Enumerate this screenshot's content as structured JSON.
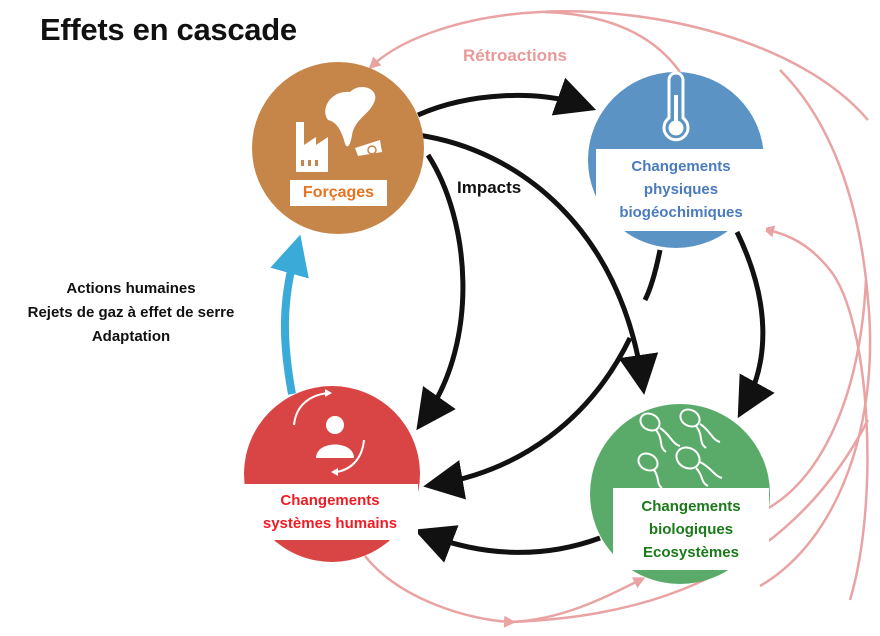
{
  "title": "Effets en cascade",
  "labels": {
    "retroactions": "Rétroactions",
    "impacts": "Impacts",
    "actions": [
      "Actions humaines",
      "Rejets de gaz à effet de serre",
      "Adaptation"
    ]
  },
  "nodes": {
    "forcages": {
      "label": [
        "Forçages"
      ],
      "icon": "factory-icon",
      "color": "#c6864a",
      "text_color": "#e8731f"
    },
    "physique": {
      "label": [
        "Changements",
        "physiques",
        "biogéochimiques"
      ],
      "icon": "thermometer-icon",
      "color": "#5a93c4",
      "text_color": "#4a7bbd"
    },
    "humain": {
      "label": [
        "Changements",
        "systèmes humains"
      ],
      "icon": "person-cycle-icon",
      "color": "#d94545",
      "text_color": "#f01c24"
    },
    "bio": {
      "label": [
        "Changements",
        "biologiques",
        "Ecosystèmes"
      ],
      "icon": "bacteria-icon",
      "color": "#5aab6a",
      "text_color": "#1a7a1a"
    }
  },
  "colors": {
    "impact_arrow": "#111111",
    "feedback_arrow": "#eaa3a3",
    "action_arrow": "#3aaad8"
  }
}
